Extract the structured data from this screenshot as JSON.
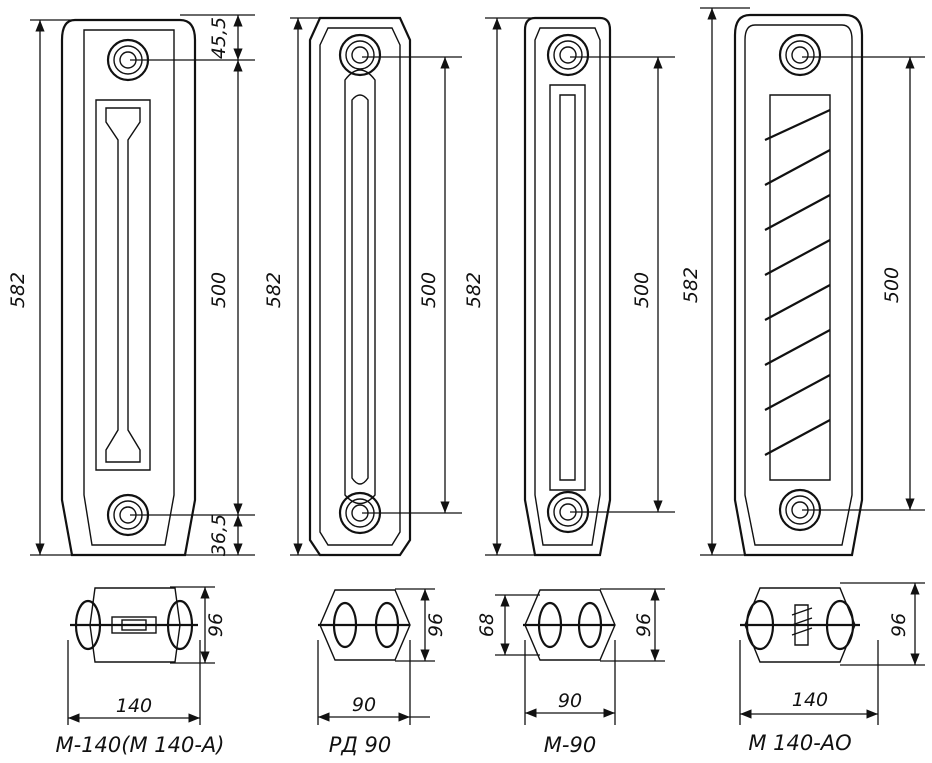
{
  "radiators": [
    {
      "name": "M-140(M 140-A)",
      "height": "582",
      "top_offset": "45,5",
      "axis_distance": "500",
      "bottom_offset": "36,5",
      "depth": "96",
      "width": "140"
    },
    {
      "name": "РД 90",
      "height": "582",
      "axis_distance": "500",
      "depth": "96",
      "width": "90"
    },
    {
      "name": "M-90",
      "height": "582",
      "axis_distance": "500",
      "depth": "96",
      "inner_depth": "68",
      "width": "90"
    },
    {
      "name": "M 140-AO",
      "height": "582",
      "axis_distance": "500",
      "depth": "96",
      "width": "140"
    }
  ]
}
